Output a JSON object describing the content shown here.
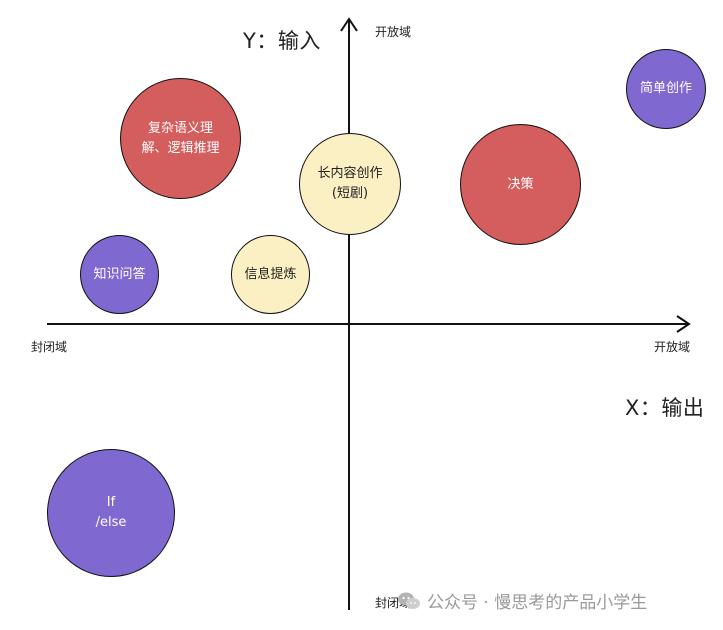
{
  "colors": {
    "purple": "#7F68D0",
    "red": "#D45D5D",
    "cream": "#FBEFC4",
    "axis": "#111111",
    "text_light": "#ffffff",
    "text_dark": "#222222",
    "watermark": "#9a9a9a"
  },
  "axes": {
    "y_title": "Y：输入",
    "x_title": "X：输出",
    "y_top_label": "开放域",
    "y_bottom_label": "封闭域",
    "x_left_label": "封闭域",
    "x_right_label": "开放域"
  },
  "bubbles": [
    {
      "id": "complex",
      "label": "复杂语义理\n解、逻辑推理",
      "color": "red",
      "text": "light"
    },
    {
      "id": "long",
      "label": "长内容创作\n(短剧)",
      "color": "cream",
      "text": "dark"
    },
    {
      "id": "decision",
      "label": "决策",
      "color": "red",
      "text": "light"
    },
    {
      "id": "simple",
      "label": "简单创作",
      "color": "purple",
      "text": "light"
    },
    {
      "id": "qa",
      "label": "知识问答",
      "color": "purple",
      "text": "light"
    },
    {
      "id": "extract",
      "label": "信息提炼",
      "color": "cream",
      "text": "dark"
    },
    {
      "id": "ifelse",
      "label": "If\n/else",
      "color": "purple",
      "text": "light"
    }
  ],
  "watermark": {
    "icon": "wechat-icon",
    "text": "公众号 · 慢思考的产品小学生"
  }
}
